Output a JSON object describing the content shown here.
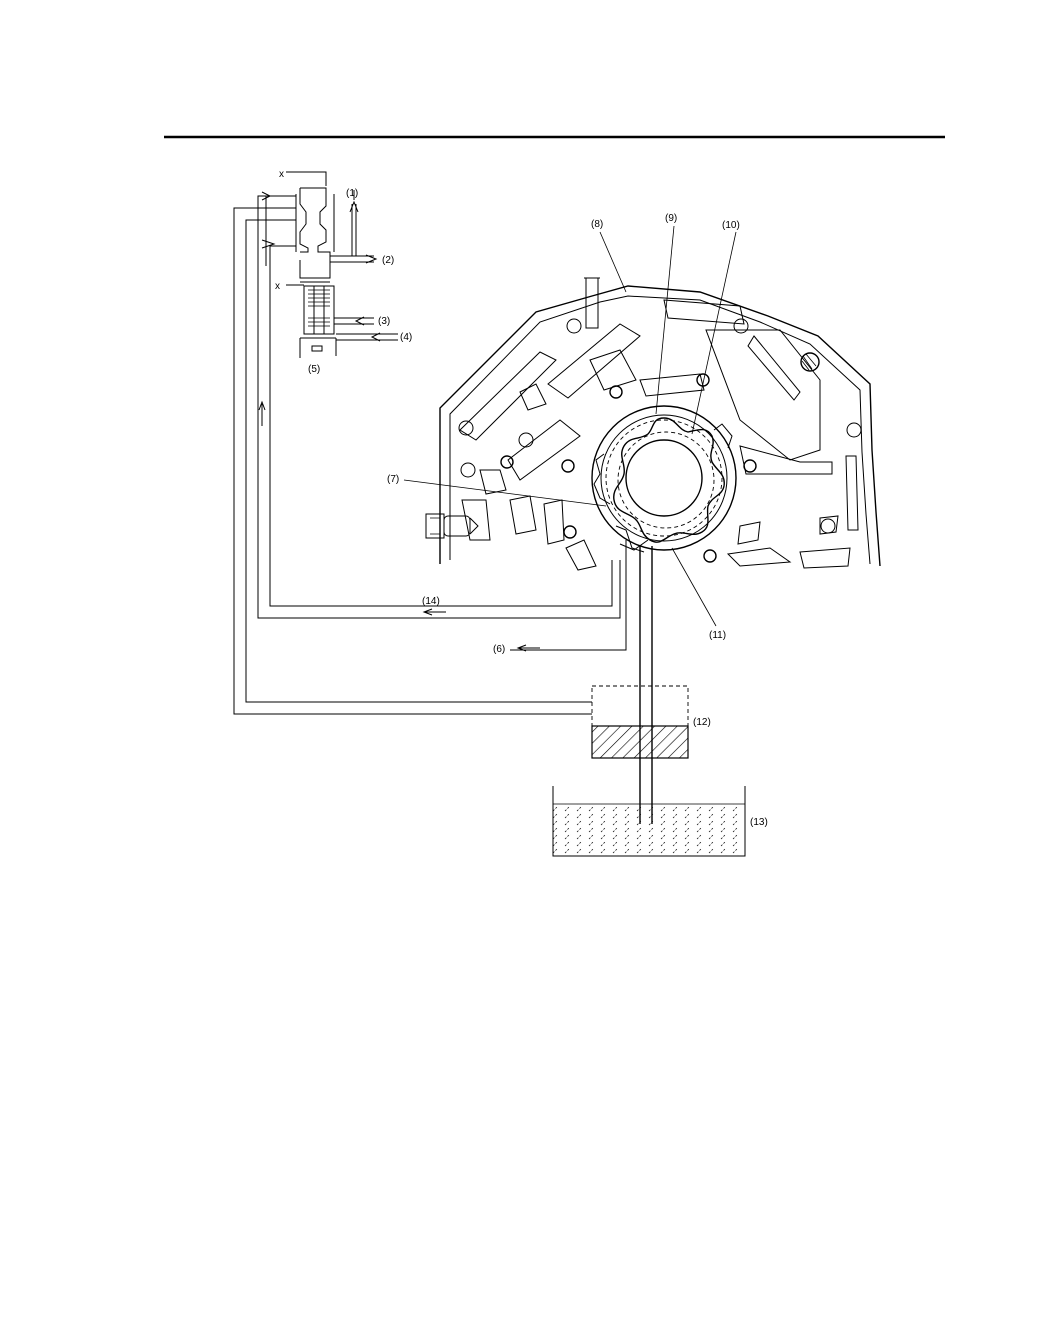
{
  "diagram": {
    "callouts": {
      "c1": "(1)",
      "c2": "(2)",
      "c3": "(3)",
      "c4": "(4)",
      "c5": "(5)",
      "c6": "(6)",
      "c7": "(7)",
      "c8": "(8)",
      "c9": "(9)",
      "c10": "(10)",
      "c11": "(11)",
      "c12": "(12)",
      "c13": "(13)",
      "c14": "(14)"
    },
    "valve_marks": {
      "x_top": "x",
      "x_mid": "x"
    }
  }
}
